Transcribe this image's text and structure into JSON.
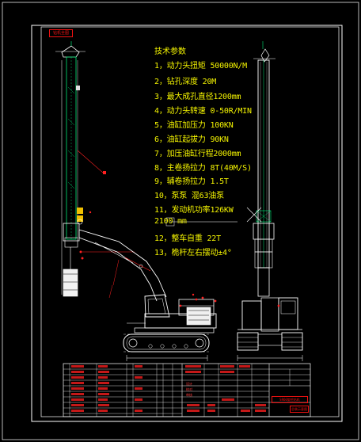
{
  "drawing": {
    "title_tag": "钻机全图",
    "colors": {
      "background": "#000000",
      "frame": "#ffffff",
      "spec_text": "#f4f400",
      "machine": "#ffffff",
      "mast": "#00e676",
      "boom": "#ffffff",
      "callout": "#ff2020",
      "title_block_text": "#ff3b3b"
    }
  },
  "specs": {
    "title": "技术参数",
    "lines": [
      "1，动力头扭矩 50000N/M",
      "2，钻孔深度 20M",
      "3，最大成孔直径1200mm",
      "4，动力头转速 0-50R/MIN",
      "5，油缸加压力 100KN",
      "6，油缸起拔力 90KN",
      "7，加压油缸行程2000mm",
      "8，主卷扬拉力 8T(40M/S)",
      "9，辅卷扬拉力 1.5T",
      "10，泵泵 混63油泵",
      "11，发动机功率126KW",
      "2100 mm",
      "12，整车自重 22T",
      "13，桅杆左右摆动±4°"
    ]
  },
  "title_block": {
    "signature_labels": [
      "设计",
      "校对",
      "审核"
    ],
    "drawing_name": "SR60旋挖钻机",
    "drawing_number": "总装示意图"
  }
}
